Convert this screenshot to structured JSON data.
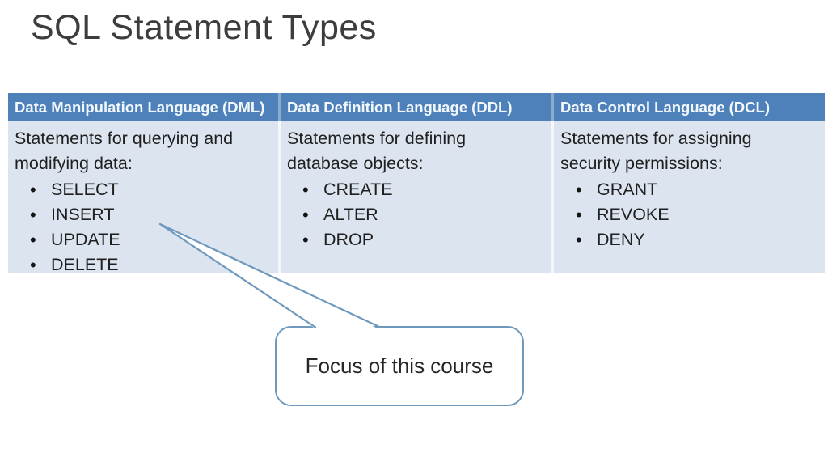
{
  "title": "SQL Statement Types",
  "table": {
    "columns": [
      {
        "header": "Data Manipulation Language (DML)",
        "description": "Statements for querying and modifying data:",
        "bullets": [
          "SELECT",
          "INSERT",
          "UPDATE",
          "DELETE"
        ]
      },
      {
        "header": "Data Definition Language (DDL)",
        "description": "Statements for defining database objects:",
        "bullets": [
          "CREATE",
          "ALTER",
          "DROP"
        ]
      },
      {
        "header": "Data Control Language (DCL)",
        "description": "Statements for assigning security permissions:",
        "bullets": [
          "GRANT",
          "REVOKE",
          "DENY"
        ]
      }
    ]
  },
  "callout": {
    "label": "Focus of this course"
  },
  "colors": {
    "header_bg": "#4e80ba",
    "header_text": "#f2f7fc",
    "body_bg": "#dce4ef",
    "callout_border": "#6e99bd"
  }
}
